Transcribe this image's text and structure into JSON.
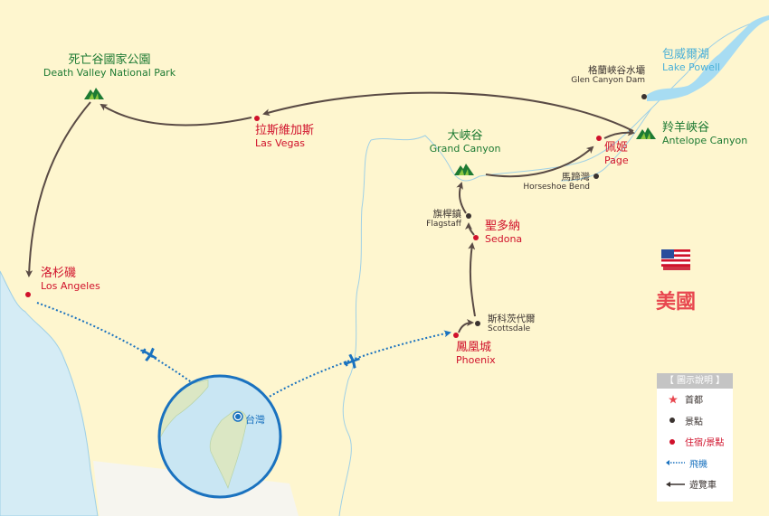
{
  "map": {
    "country_label": "美國",
    "colors": {
      "land": "#fef6cf",
      "sea": "#d5ecf5",
      "mexico_land": "#f6f5ef",
      "route_tour_bus": "#5a4b45",
      "route_flight": "#1a72bf",
      "stay": "#d0112b",
      "attraction_dot": "#3b3330",
      "national_park_text": "#1d7a33",
      "lake_text": "#4ab0d8"
    },
    "places": {
      "death_valley": {
        "zh": "死亡谷國家公園",
        "en": "Death Valley National Park",
        "type": "national-park"
      },
      "las_vegas": {
        "zh": "拉斯維加斯",
        "en": "Las Vegas",
        "type": "stay"
      },
      "los_angeles": {
        "zh": "洛杉磯",
        "en": "Los Angeles",
        "type": "stay"
      },
      "lake_powell": {
        "zh": "包威爾湖",
        "en": "Lake Powell",
        "type": "lake"
      },
      "glen_canyon_dam": {
        "zh": "格蘭峽谷水壩",
        "en": "Glen Canyon Dam",
        "type": "attraction"
      },
      "grand_canyon": {
        "zh": "大峽谷",
        "en": "Grand Canyon",
        "type": "national-park"
      },
      "antelope_canyon": {
        "zh": "羚羊峽谷",
        "en": "Antelope Canyon",
        "type": "national-park"
      },
      "page": {
        "zh": "佩姬",
        "en": "Page",
        "type": "stay"
      },
      "horseshoe_bend": {
        "zh": "馬蹄灣",
        "en": "Horseshoe Bend",
        "type": "attraction"
      },
      "flagstaff": {
        "zh": "旗桿鎮",
        "en": "Flagstaff",
        "type": "attraction"
      },
      "sedona": {
        "zh": "聖多納",
        "en": "Sedona",
        "type": "stay"
      },
      "scottsdale": {
        "zh": "斯科茨代爾",
        "en": "Scottsdale",
        "type": "attraction"
      },
      "phoenix": {
        "zh": "鳳凰城",
        "en": "Phoenix",
        "type": "stay"
      },
      "taiwan": {
        "zh": "台灣",
        "type": "origin"
      }
    },
    "route_order": [
      "台灣",
      "鳳凰城",
      "斯科茨代爾",
      "聖多納",
      "旗桿鎮",
      "大峽谷",
      "佩姬",
      "羚羊峽谷",
      "拉斯維加斯",
      "死亡谷國家公園",
      "洛杉磯",
      "台灣"
    ]
  },
  "legend": {
    "title": "【 圖示說明 】",
    "items": [
      {
        "symbol": "star",
        "label": "首都",
        "color": "#e8474f"
      },
      {
        "symbol": "dot",
        "label": "景點",
        "color": "#3b3330"
      },
      {
        "symbol": "dot",
        "label": "住宿/景點",
        "color": "#d0112b"
      },
      {
        "symbol": "dotted-arrow",
        "label": "飛機",
        "color": "#1a72bf"
      },
      {
        "symbol": "solid-arrow",
        "label": "遊覽車",
        "color": "#3b3330"
      }
    ]
  }
}
